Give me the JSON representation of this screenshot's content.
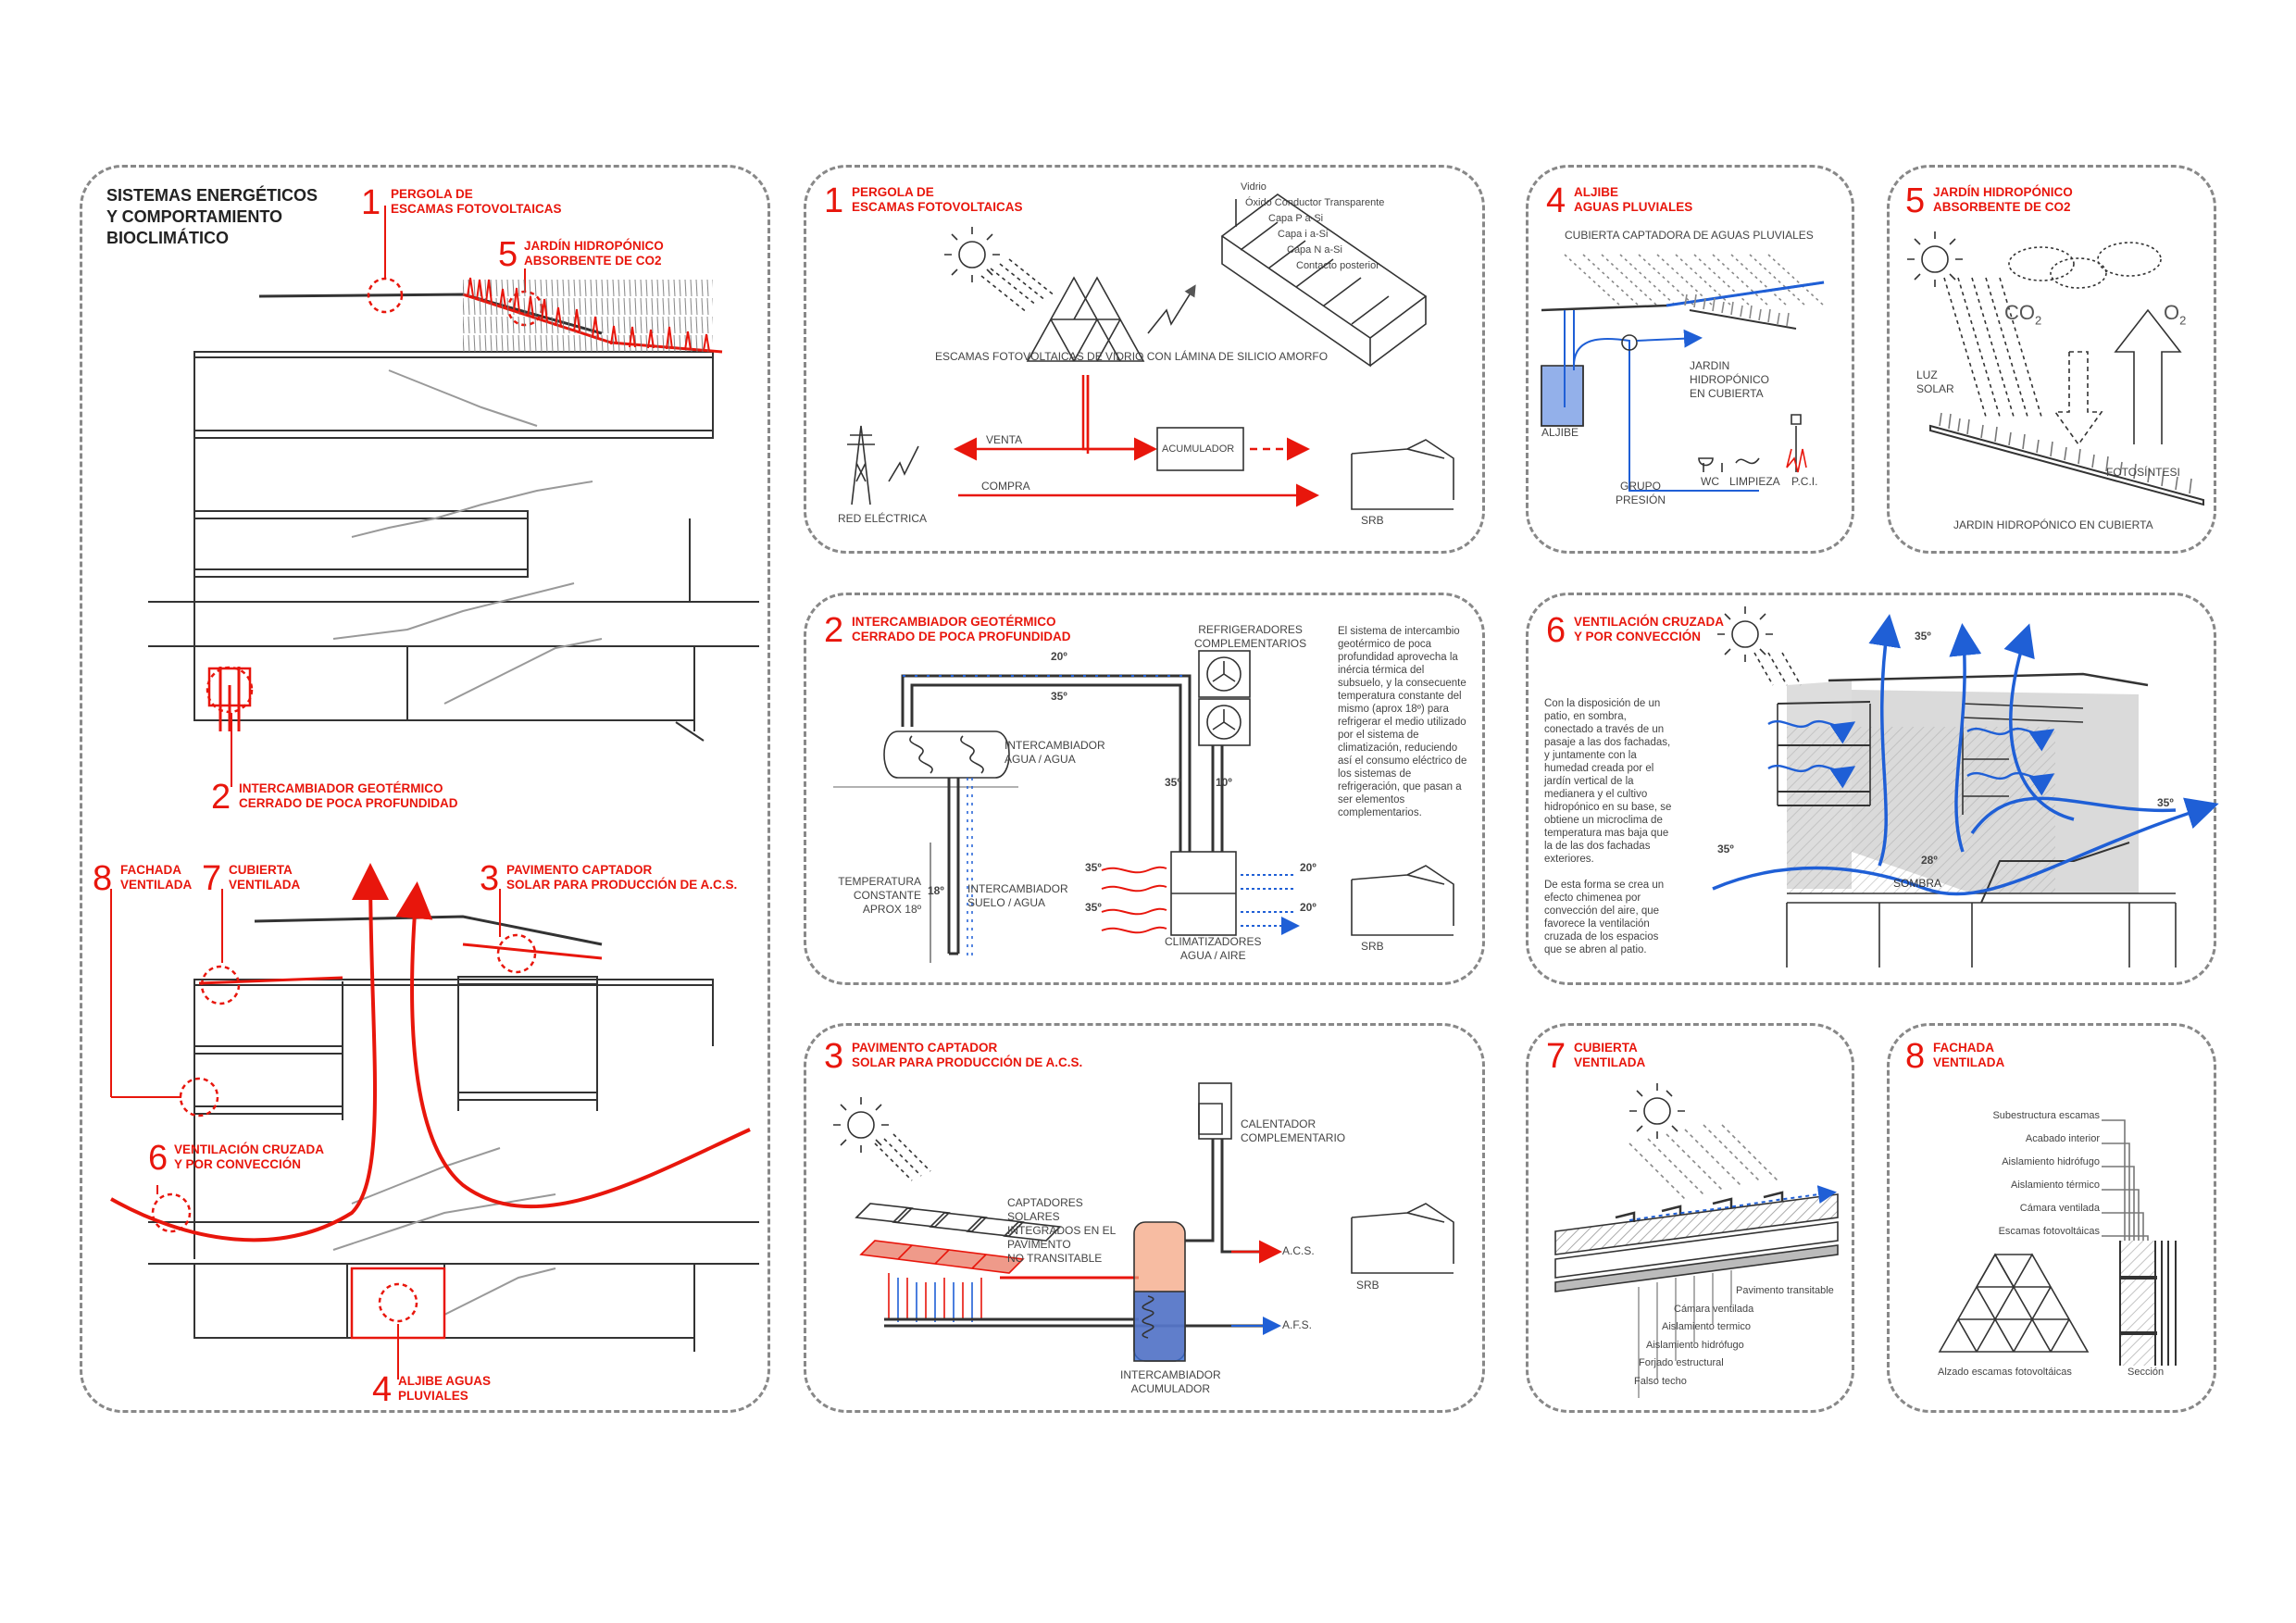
{
  "main": {
    "title_lines": [
      "SISTEMAS ENERGÉTICOS",
      "Y COMPORTAMIENTO",
      "BIOCLIMÁTICO"
    ],
    "callouts": {
      "c1": {
        "num": "1",
        "lines": [
          "PERGOLA DE",
          "ESCAMAS FOTOVOLTAICAS"
        ]
      },
      "c5": {
        "num": "5",
        "lines": [
          "JARDÍN HIDROPÓNICO",
          "ABSORBENTE DE CO2"
        ]
      },
      "c2": {
        "num": "2",
        "lines": [
          "INTERCAMBIADOR GEOTÉRMICO",
          "CERRADO DE POCA PROFUNDIDAD"
        ]
      },
      "c8": {
        "num": "8",
        "lines": [
          "FACHADA",
          "VENTILADA"
        ]
      },
      "c7": {
        "num": "7",
        "lines": [
          "CUBIERTA",
          "VENTILADA"
        ]
      },
      "c3": {
        "num": "3",
        "lines": [
          "PAVIMENTO CAPTADOR",
          "SOLAR PARA PRODUCCIÓN DE A.C.S."
        ]
      },
      "c6": {
        "num": "6",
        "lines": [
          "VENTILACIÓN CRUZADA",
          "Y POR CONVECCIÓN"
        ]
      },
      "c4": {
        "num": "4",
        "lines": [
          "ALJIBE AGUAS",
          "PLUVIALES"
        ]
      }
    }
  },
  "p1": {
    "num": "1",
    "title_lines": [
      "PERGOLA DE",
      "ESCAMAS FOTOVOLTAICAS"
    ],
    "layers": [
      "Vidrio",
      "Óxido Conductor Transparente",
      "Capa P a-Si",
      "Capa i a-Si",
      "Capa N a-Si",
      "Contacto posterior"
    ],
    "caption": "ESCAMAS FOTOVOLTAICAS DE VIDRIO CON LÁMINA DE SILICIO AMORFO",
    "venta": "VENTA",
    "acumulador": "ACUMULADOR",
    "compra": "COMPRA",
    "red": "RED ELÉCTRICA",
    "srb": "SRB"
  },
  "p4": {
    "num": "4",
    "title_lines": [
      "ALJIBE",
      "AGUAS PLUVIALES"
    ],
    "cubierta": "CUBIERTA CAPTADORA DE AGUAS PLUVIALES",
    "jardin_lines": [
      "JARDIN",
      "HIDROPÓNICO",
      "EN CUBIERTA"
    ],
    "aljibe": "ALJIBE",
    "grupo_lines": [
      "GRUPO",
      "PRESIÓN"
    ],
    "wc": "WC",
    "limpieza": "LIMPIEZA",
    "pci": "P.C.I."
  },
  "p5": {
    "num": "5",
    "title_lines": [
      "JARDÍN HIDROPÓNICO",
      "ABSORBENTE DE CO2"
    ],
    "co2": "CO",
    "co2_sub": "2",
    "o2": "O",
    "o2_sub": "2",
    "luz_lines": [
      "LUZ",
      "SOLAR"
    ],
    "foto": "FOTOSÍNTESI",
    "caption": "JARDIN HIDROPÓNICO EN CUBIERTA"
  },
  "p2": {
    "num": "2",
    "title_lines": [
      "INTERCAMBIADOR GEOTÉRMICO",
      "CERRADO DE POCA PROFUNDIDAD"
    ],
    "refrig_lines": [
      "REFRIGERADORES",
      "COMPLEMENTARIOS"
    ],
    "ag_lines": [
      "INTERCAMBIADOR",
      "AGUA / AGUA"
    ],
    "temp_lines": [
      "TEMPERATURA",
      "CONSTANTE",
      "APROX 18º"
    ],
    "suelo_lines": [
      "INTERCAMBIADOR",
      "SUELO / AGUA"
    ],
    "clima_lines": [
      "CLIMATIZADORES",
      "AGUA / AIRE"
    ],
    "t20": "20º",
    "t35": "35º",
    "t10": "10º",
    "t18": "18º",
    "srb": "SRB",
    "body_lines": [
      "El sistema de intercambio",
      "geotérmico de poca",
      "profundidad aprovecha la",
      "inércia térmica del",
      "subsuelo, y la consecuente",
      "temperatura constante del",
      "mismo (aprox 18º) para",
      "refrigerar el medio utilizado",
      "por el sistema de",
      "climatización, reduciendo",
      "así el consumo eléctrico de",
      "los sistemas de",
      "refrigeración, que pasan a",
      "ser elementos",
      "complementarios."
    ]
  },
  "p6": {
    "num": "6",
    "title_lines": [
      "VENTILACIÓN CRUZADA",
      "Y POR CONVECCIÓN"
    ],
    "body_lines": [
      "Con la  disposición de un",
      "patio, en sombra,",
      "conectado a través de un",
      "pasaje a las dos fachadas,",
      "y juntamente con la",
      "humedad creada por el",
      "jardín vertical de la",
      "medianera y el cultivo",
      "hidropónico en su base, se",
      "obtiene un microclima de",
      "temperatura mas baja que",
      "la de las dos fachadas",
      "exteriores.",
      "",
      "De esta forma se crea un",
      "efecto chimenea por",
      "convección del aire, que",
      "favorece la ventilación",
      "cruzada de los espacios",
      "que se abren al patio."
    ],
    "t35": "35º",
    "t28": "28º",
    "sombra": "SOMBRA"
  },
  "p3": {
    "num": "3",
    "title_lines": [
      "PAVIMENTO CAPTADOR",
      "SOLAR PARA PRODUCCIÓN DE A.C.S."
    ],
    "calent_lines": [
      "CALENTADOR",
      "COMPLEMENTARIO"
    ],
    "capt_lines": [
      "CAPTADORES",
      "SOLARES",
      "INTEGRADOS EN EL",
      "PAVIMENTO",
      "NO TRANSITABLE"
    ],
    "acs": "A.C.S.",
    "afs": "A.F.S.",
    "srb": "SRB",
    "inter_lines": [
      "INTERCAMBIADOR",
      "ACUMULADOR"
    ]
  },
  "p7": {
    "num": "7",
    "title_lines": [
      "CUBIERTA",
      "VENTILADA"
    ],
    "layers": [
      "Pavimento transitable",
      "Cámara ventilada",
      "Aislamiento termico",
      "Aislamiento hidrófugo",
      "Forjado estructural",
      "Falso techo"
    ]
  },
  "p8": {
    "num": "8",
    "title_lines": [
      "FACHADA",
      "VENTILADA"
    ],
    "layers": [
      "Subestructura escamas",
      "Acabado interior",
      "Aislamiento hidrófugo",
      "Aislamiento térmico",
      "Cámara ventilada",
      "Escamas fotovoltáicas"
    ],
    "alzado": "Alzado escamas fotovoltáicas",
    "seccion": "Sección"
  },
  "colors": {
    "accent": "#e8160c",
    "blue": "#1f5fd6",
    "line": "#333333",
    "frame": "#888888"
  }
}
